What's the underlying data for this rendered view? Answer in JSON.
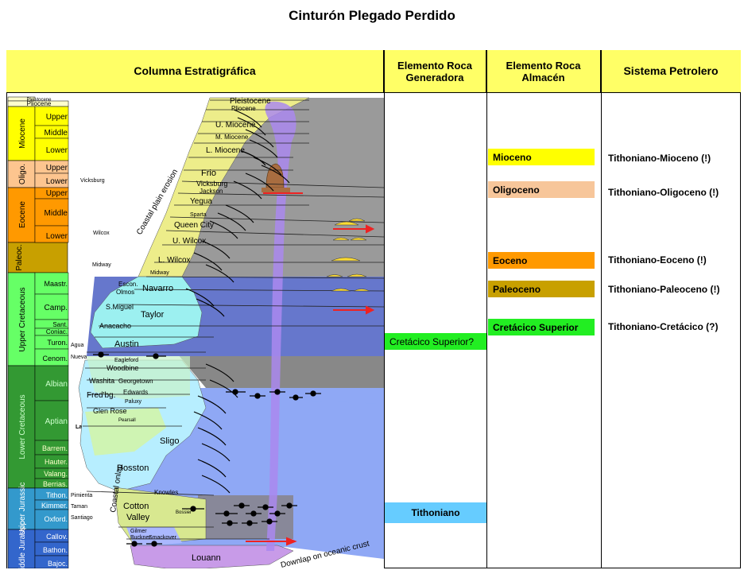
{
  "title": "Cinturón Plegado Perdido",
  "headers": {
    "col1": "Columna Estratigráfica",
    "col2": "Elemento Roca Generadora",
    "col3": "Elemento Roca Almacén",
    "col4": "Sistema Petrolero"
  },
  "generadora": [
    {
      "label": "Cretácico Superior?",
      "color": "#22ee22"
    },
    {
      "label": "Tithoniano",
      "color": "#66ccff"
    }
  ],
  "almacen": [
    {
      "label": "Mioceno",
      "color": "#ffff00"
    },
    {
      "label": "Oligoceno",
      "color": "#f7c69a"
    },
    {
      "label": "Eoceno",
      "color": "#ff9900"
    },
    {
      "label": "Paleoceno",
      "color": "#c8a000"
    },
    {
      "label": "Cretácico Superior",
      "color": "#22ee22"
    }
  ],
  "sistemas": [
    "Tithoniano-Mioceno  (!)",
    "Tithoniano-Oligoceno  (!)",
    "Tithoniano-Eoceno  (!)",
    "Tithoniano-Paleoceno  (!)",
    "Tithoniano-Cretácico  (?)"
  ],
  "column": {
    "periods": [
      {
        "label": "Pleistocene",
        "color": "#ffffcc"
      },
      {
        "label": "Pliocene",
        "color": "#ffffcc"
      },
      {
        "label": "Miocene",
        "color": "#ffff00"
      },
      {
        "label": "Oligo.",
        "color": "#fdc58f"
      },
      {
        "label": "Eocene",
        "color": "#ff9900"
      },
      {
        "label": "Paleoc.",
        "color": "#c8a000"
      },
      {
        "label": "Upper Cretaceous",
        "color": "#66ff66"
      },
      {
        "label": "Lower Cretaceous",
        "color": "#339933"
      },
      {
        "label": "Upper Jurassic",
        "color": "#3399cc"
      },
      {
        "label": "Middle Jurassic",
        "color": "#3366cc"
      }
    ],
    "stages": [
      "Upper",
      "Middle",
      "Lower",
      "Upper",
      "Lower",
      "Upper",
      "Middle",
      "Lower",
      "Maastr.",
      "Camp.",
      "Sant.",
      "Coniac.",
      "Turon.",
      "Cenom.",
      "Albian",
      "Aptian",
      "Barrem.",
      "Hauter.",
      "Valang.",
      "Berrias.",
      "Tithon.",
      "Kimmer.",
      "Oxford.",
      "Callov.",
      "Bathon.",
      "Bajoc."
    ],
    "side_labels": [
      "Vicksburg",
      "Wilcox",
      "Midway",
      "Agua",
      "Nueva",
      "La Peña",
      "Pimienta",
      "Taman",
      "Santiago"
    ],
    "formations": [
      "Pleistocene",
      "Pliocene",
      "U. Miocene",
      "M. Miocene",
      "L. Miocene",
      "Frio",
      "Vicksburg",
      "Jackson",
      "Yegua",
      "Sparta",
      "Queen City",
      "U. Wilcox",
      "L. Wilcox",
      "Midway",
      "Escon.",
      "Olmos",
      "Navarro",
      "S.Miguel",
      "Taylor",
      "Anacacho",
      "Austin",
      "Eagleford",
      "Woodbine",
      "Washita",
      "Georgetown",
      "Fred'bg.",
      "Edwards",
      "Paluxy",
      "Glen Rose",
      "Pearsall",
      "Sligo",
      "Hosston",
      "Knowles",
      "Cotton",
      "Valley",
      "Bossier",
      "Gilmer",
      "Buckner",
      "Smackover",
      "Louann"
    ],
    "annotations": [
      "Coastal plain erosion",
      "Coastal onlap",
      "Downlap on oceanic crust"
    ]
  }
}
